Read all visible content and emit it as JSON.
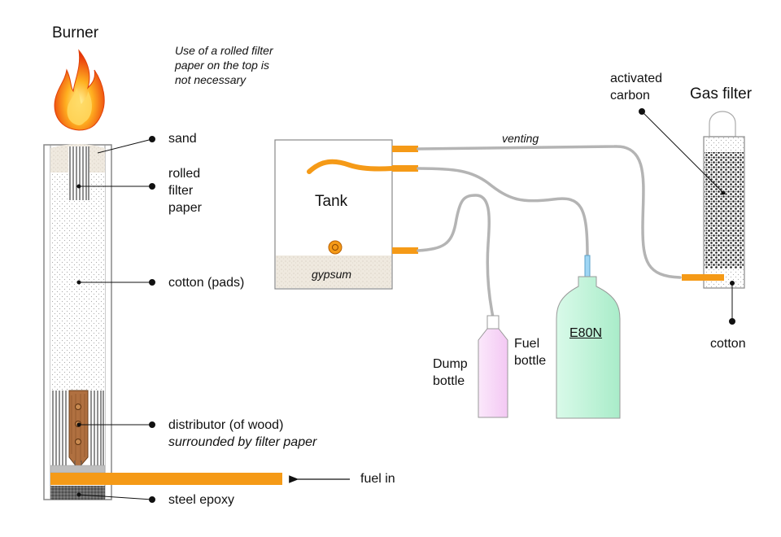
{
  "burner": {
    "title": "Burner",
    "note": [
      "Use of a rolled filter",
      "paper on the top is",
      "not necessary"
    ],
    "labels": {
      "sand": "sand",
      "rolled_filter_paper": [
        "rolled",
        "filter",
        "paper"
      ],
      "cotton_pads": "cotton (pads)",
      "distributor": "distributor (of wood)",
      "distributor_note": "surrounded by filter paper",
      "fuel_in": "fuel in",
      "steel_epoxy": "steel epoxy"
    }
  },
  "tank": {
    "title": "Tank",
    "gypsum": "gypsum",
    "venting": "venting"
  },
  "dump_bottle": [
    "Dump",
    "bottle"
  ],
  "fuel_bottle": [
    "Fuel",
    "bottle"
  ],
  "fuel_bottle_label": "E80N",
  "gas_filter": {
    "title": "Gas filter",
    "activated_carbon": [
      "activated",
      "carbon"
    ],
    "cotton": "cotton"
  },
  "colors": {
    "pipe_orange": "#f59a17",
    "tube_gray": "#b4b4b4",
    "wood": "#b07040",
    "dump_bottle": "#f5d0f5",
    "fuel_bottle": "#bff3d8"
  }
}
